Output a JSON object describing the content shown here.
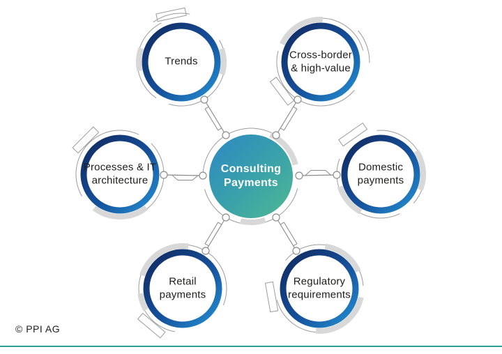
{
  "diagram": {
    "hub": {
      "label": "Consulting\nPayments"
    },
    "nodes": [
      {
        "id": "trends",
        "label": "Trends"
      },
      {
        "id": "cross-border",
        "label": "Cross-border\n& high-value"
      },
      {
        "id": "processes-it",
        "label": "Processes & IT\narchitecture"
      },
      {
        "id": "domestic",
        "label": "Domestic\npayments"
      },
      {
        "id": "retail",
        "label": "Retail\npayments"
      },
      {
        "id": "regulatory",
        "label": "Regulatory\nrequirements"
      }
    ],
    "colors": {
      "hub_gradient_start": "#2f87c5",
      "hub_gradient_mid": "#38a0ab",
      "hub_gradient_end": "#4fb892",
      "ring_gradient_start": "#10295e",
      "ring_gradient_mid": "#15509b",
      "ring_gradient_end": "#2590d2",
      "thick_arc_gray": "#d8d8d8",
      "line_gray": "#9b9b9b",
      "label_text": "#1d1d1b"
    }
  },
  "footer": {
    "copyright": "© PPI AG",
    "rule_color": "#2aa096"
  }
}
